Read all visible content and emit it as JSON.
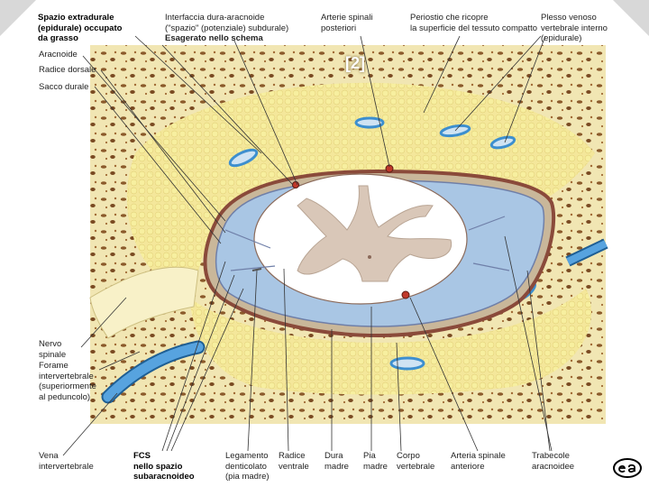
{
  "labels_top": {
    "epidural_space": [
      "Spazio extradurale",
      "(epidurale) occupato",
      "da grasso"
    ],
    "dura_arachnoid_interface": [
      "Interfaccia dura-aracnoide",
      "(\"spazio\" (potenziale) subdurale)",
      "Esagerato nello schema"
    ],
    "spinal_arteries": [
      "Arterie spinali",
      "posteriori"
    ],
    "periosteum": [
      "Periostio che ricopre",
      "la superficie del tessuto compatto"
    ],
    "venous_plexus": [
      "Plesso venoso",
      "vertebrale interno",
      "(epidurale)"
    ]
  },
  "labels_left": {
    "arachnoid": "Aracnoide",
    "dorsal_root": "Radice dorsale",
    "dural_sac": "Sacco durale",
    "spinal_nerve": [
      "Nervo",
      "spinale"
    ],
    "foramen": [
      "Forame",
      "intervertebrale",
      "(superiormente",
      "al peduncolo)"
    ]
  },
  "labels_bottom": {
    "intervertebral_vein": [
      "Vena",
      "intervertebrale"
    ],
    "csf": [
      "FCS",
      "nello spazio",
      "subaracnoideo"
    ],
    "denticulate_ligament": [
      "Legamento",
      "denticolato",
      "(pia madre)"
    ],
    "ventral_root": [
      "Radice",
      "ventrale"
    ],
    "dura_mater": [
      "Dura",
      "madre"
    ],
    "pia_mater": [
      "Pia",
      "madre"
    ],
    "vertebral_body": [
      "Corpo",
      "vertebrale"
    ],
    "anterior_spinal_artery": [
      "Arteria spinale",
      "anteriore"
    ],
    "arachnoid_trabeculae": [
      "Trabecole",
      "aracnoidee"
    ]
  },
  "figure_number": "[2]",
  "colors": {
    "fat": "#f4e79a",
    "bone": "#f1e6b3",
    "bone_spot": "#8b5a2b",
    "dura": "#8a4a3a",
    "csf": "#a9c6e4",
    "cord_white": "#ffffff",
    "grey_matter": "#d9c7b8",
    "vein": "#3d8fcf"
  },
  "logo_icon": "ea-logo-icon"
}
